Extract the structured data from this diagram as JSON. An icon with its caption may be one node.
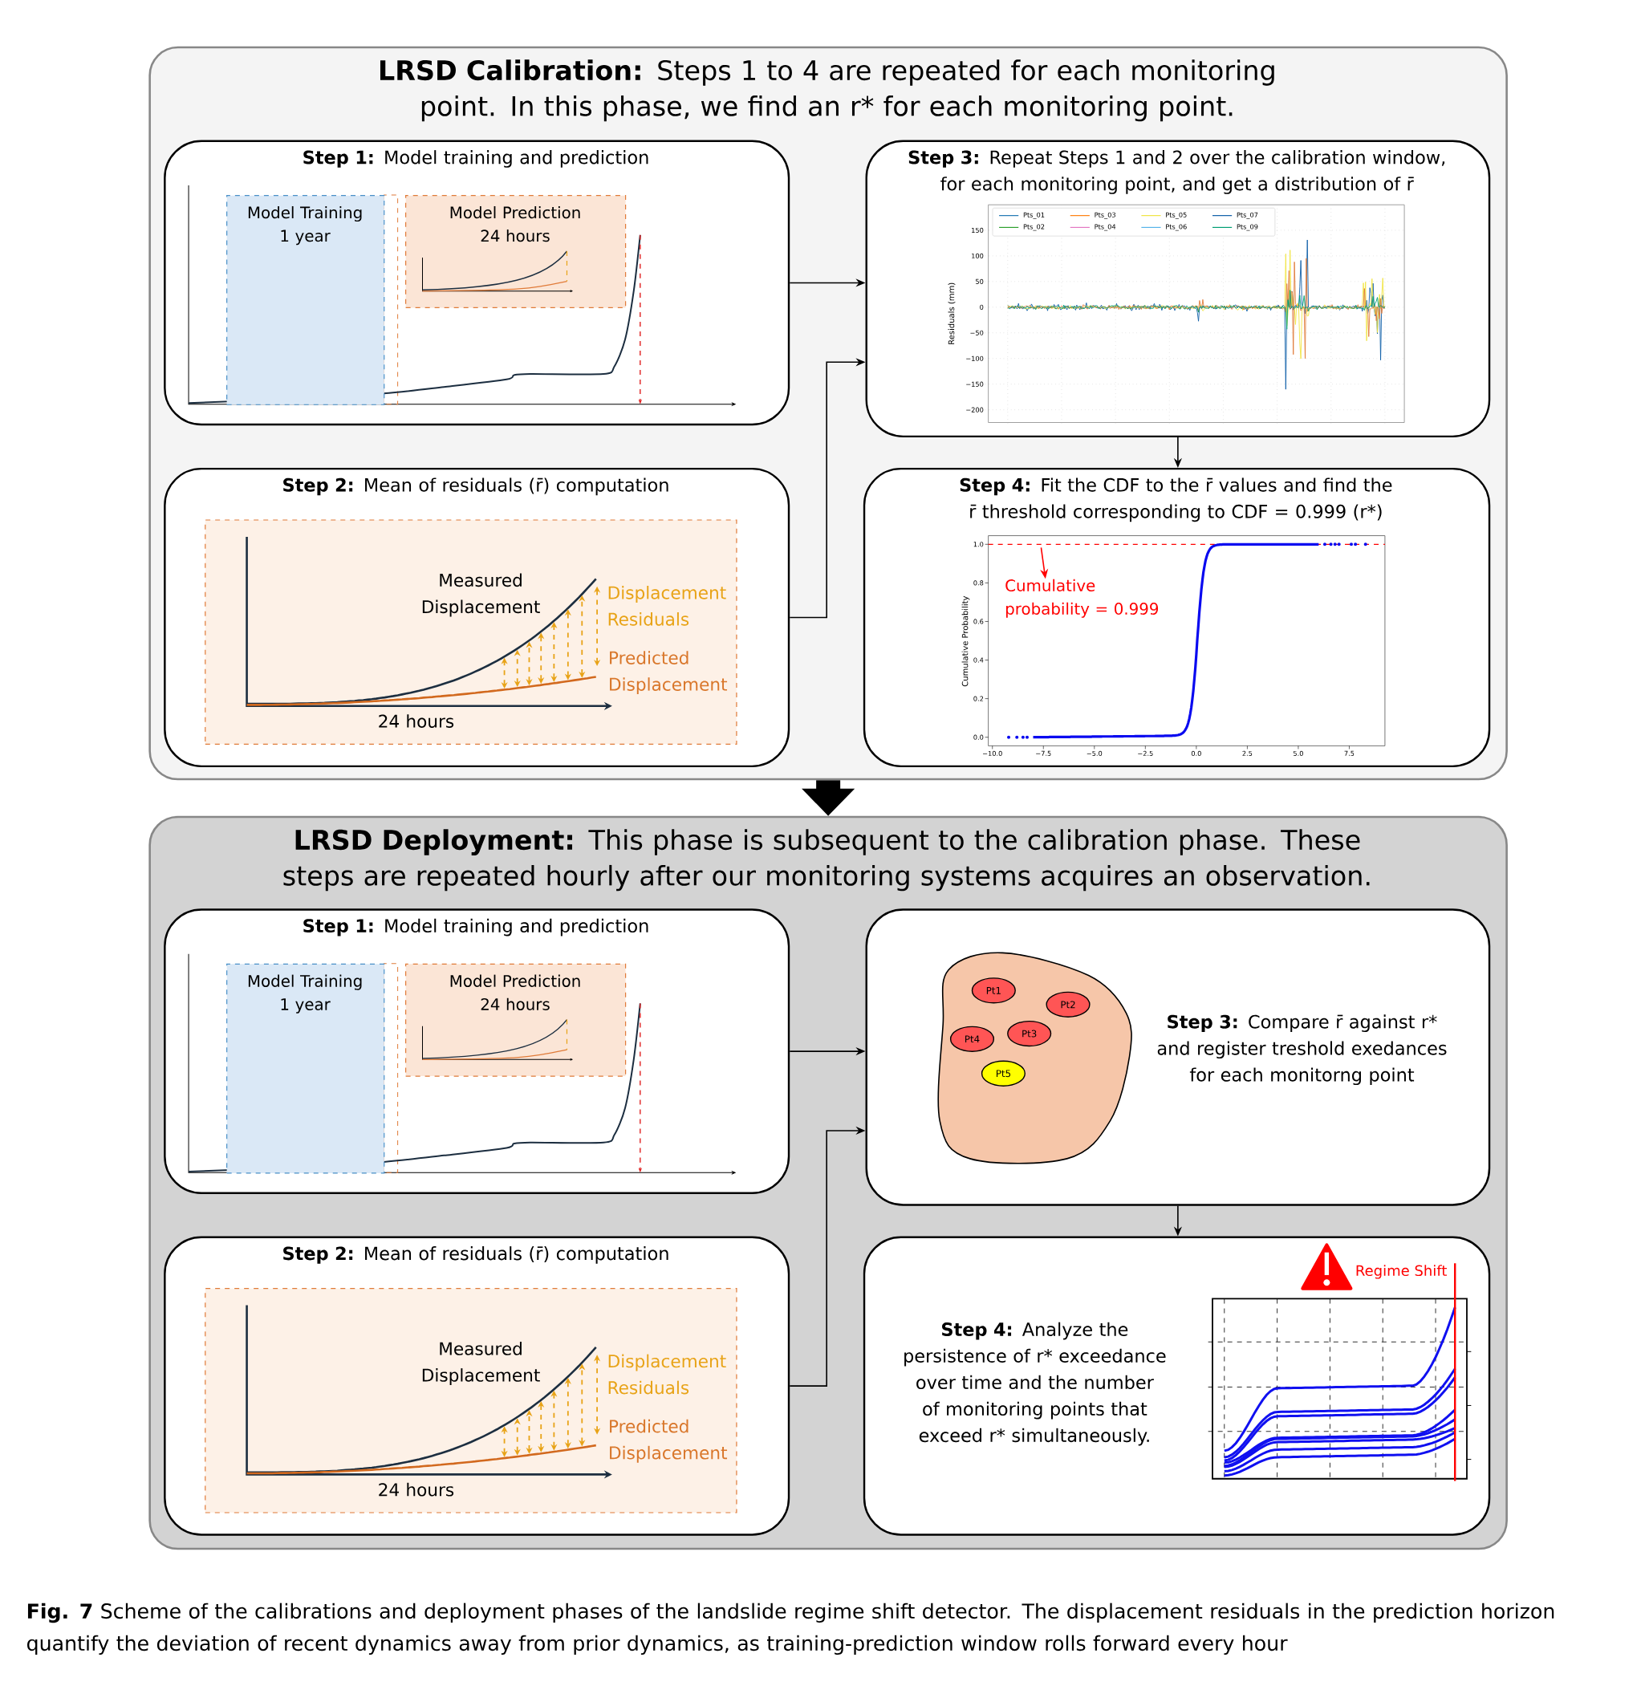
{
  "diagram": {
    "caption": "**Fig. 7** Scheme of the calibrations and deployment phases of the landslide regime shift detector. The displacement residuals in the prediction horizon quantify the deviation of recent dynamics away from prior dynamics, as training-prediction window rolls forward every hour",
    "nodes": [
      {
        "text": [
          "**LRSD Calibration:** Steps 1 to 4 are repeated for each monitoring point. In this phase, we find an r* for each monitoring point."
        ]
      },
      {
        "text": [
          "**Step 1:** Model training and prediction"
        ],
        "in": 0
      },
      {
        "text": [
          "Model Training 1 year"
        ],
        "in": 1
      },
      {
        "text": [
          "Model Prediction 24 hours"
        ],
        "in": 1
      },
      {
        "text": [
          "**Step 3:** Repeat Steps 1 and 2 over the calibration window, for each monitoring point, and get a distribution of r̄"
        ],
        "in": 0
      },
      {
        "text": [
          "**Step 2:** Mean of residuals (r̄) computation"
        ],
        "in": 0
      },
      {
        "text": [
          "Measured Displacement",
          "Displacement Residuals",
          "Predicted Displacement",
          "24 hours"
        ],
        "in": 5
      },
      {
        "text": [
          "**Step 4:** Fit the CDF to the r̄ values and find the r̄ threshold corresponding to CDF = 0.999 (r*)"
        ],
        "in": 0
      },
      {
        "text": [
          "Cumulative probability = 0.999"
        ],
        "in": 7
      },
      {
        "text": [
          "**LRSD Deployment:** This phase is subsequent to the calibration phase. These steps are repeated hourly after our monitoring systems acquires an observation."
        ]
      },
      {
        "text": [
          "**Step 1:** Model training and prediction"
        ],
        "in": 9
      },
      {
        "text": [
          "Model Training 1 year"
        ],
        "in": 10
      },
      {
        "text": [
          "Model Prediction 24 hours"
        ],
        "in": 10
      },
      {
        "text": [
          "**Step 3:** Compare r̄ against r* and register treshold exedances for each monitorng point"
        ],
        "in": 9
      },
      {
        "text": [],
        "shape": "blob",
        "in": 13
      },
      {
        "text": [
          "Pt1"
        ],
        "in": 14
      },
      {
        "text": [
          "Pt2"
        ],
        "in": 14
      },
      {
        "text": [
          "Pt3"
        ],
        "in": 14
      },
      {
        "text": [
          "Pt4"
        ],
        "in": 14
      },
      {
        "text": [
          "Pt5"
        ],
        "in": 14
      },
      {
        "text": [
          "**Step 2:** Mean of residuals (r̄) computation"
        ],
        "in": 9
      },
      {
        "text": [
          "Measured Displacement",
          "Displacement Residuals",
          "Predicted Displacement",
          "24 hours"
        ],
        "in": 20
      },
      {
        "text": [
          "**Step 4:** Analyze the persistence of r* exceedance over time and the number of monitoring points that exceed r* simultaneously.",
          "Regime Shift"
        ],
        "in": 9
      }
    ],
    "edges": [
      {
        "from": 1,
        "to": 4,
        "arrow": "to"
      },
      {
        "from": 5,
        "to": 4,
        "arrow": "to"
      },
      {
        "from": 4,
        "to": 7,
        "arrow": "to"
      },
      {
        "from": null,
        "to": 8,
        "arrow": "to",
        "color": "#ff0000"
      },
      {
        "from": 0,
        "to": 9,
        "arrow": "to",
        "style": "thick"
      },
      {
        "from": 10,
        "to": 13,
        "arrow": "to"
      },
      {
        "from": 20,
        "to": 13,
        "arrow": "to"
      },
      {
        "from": 13,
        "to": 22,
        "arrow": "to"
      }
    ],
    "labels": [
      "150",
      "100",
      "50",
      "0",
      "−50",
      "−100",
      "−150",
      "−200",
      "Residuals (mm)",
      "1.0",
      "0.8",
      "0.6",
      "0.4",
      "0.2",
      "0.0",
      "Cumulative Probability",
      "−10.0",
      "−7.5",
      "−5.0",
      "−2.5",
      "0.0",
      "2.5",
      "5.0",
      "7.5"
    ],
    "legend": [
      {
        "text": "Pts_01"
      },
      {
        "text": "Pts_02"
      },
      {
        "text": "Pts_03"
      },
      {
        "text": "Pts_04"
      },
      {
        "text": "Pts_05"
      },
      {
        "text": "Pts_06"
      },
      {
        "text": "Pts_07"
      },
      {
        "text": "Pts_09"
      }
    ]
  }
}
